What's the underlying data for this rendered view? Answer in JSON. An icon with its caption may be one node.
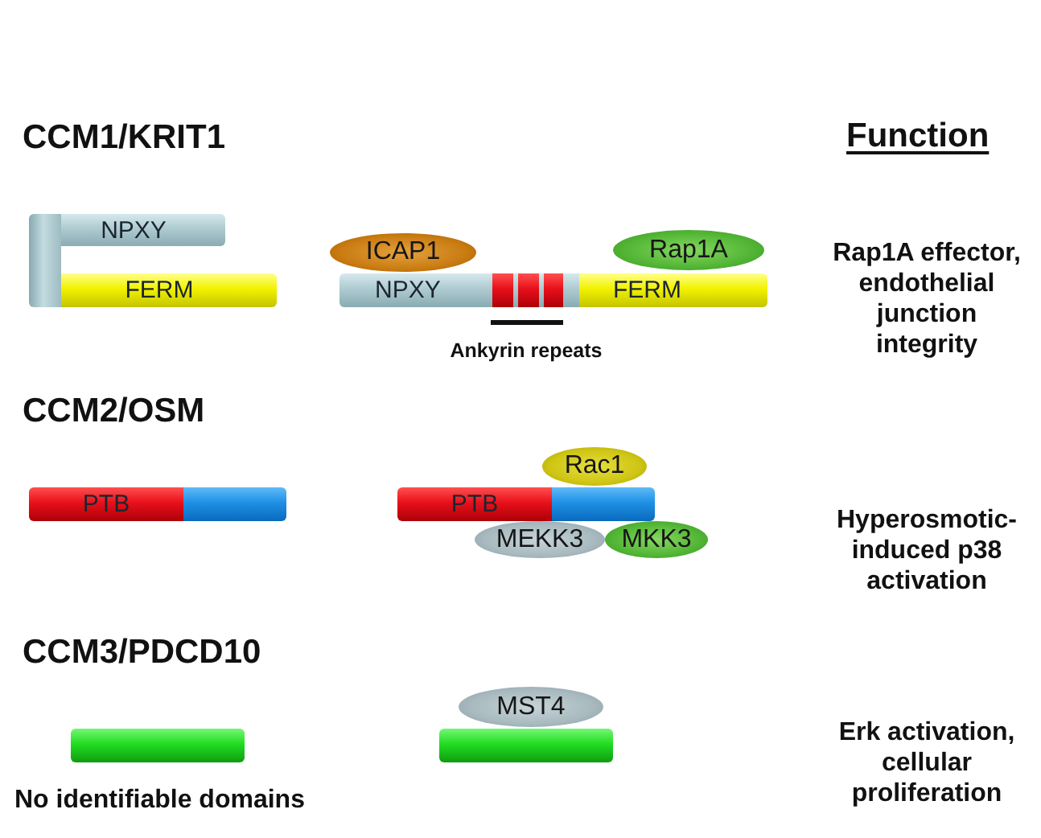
{
  "diagram": {
    "nodes": [
      {
        "text": [],
        "shape": "bar"
      },
      {
        "text": [
          "NPXY"
        ]
      },
      {
        "text": [
          "FERM"
        ]
      },
      {
        "text": [
          "ICAP1"
        ]
      },
      {
        "text": [
          "Rap1A"
        ]
      },
      {
        "text": [
          "NPXY"
        ]
      },
      {
        "text": [],
        "shape": "bar",
        "in": 5
      },
      {
        "text": [],
        "shape": "bar",
        "in": 5
      },
      {
        "text": [],
        "shape": "bar",
        "in": 5
      },
      {
        "text": [
          "FERM"
        ]
      },
      {
        "text": [
          "PTB"
        ]
      },
      {
        "text": [],
        "shape": "bar"
      },
      {
        "text": [
          "Rac1"
        ]
      },
      {
        "text": [
          "PTB"
        ]
      },
      {
        "text": [],
        "shape": "bar"
      },
      {
        "text": [
          "MEKK3"
        ]
      },
      {
        "text": [
          "MKK3"
        ]
      },
      {
        "text": [],
        "shape": "bar",
        "beside": [
          "No identifiable domains"
        ]
      },
      {
        "text": [
          "MST4"
        ]
      },
      {
        "text": [],
        "shape": "bar"
      }
    ],
    "labels": [
      "CCM1/KRIT1",
      "Function",
      "Rap1A effector, endothelial junction integrity",
      "Ankyrin repeats",
      "CCM2/OSM",
      "Hyperosmotic-induced p38 activation",
      "CCM3/PDCD10",
      "Erk activation, cellular proliferation"
    ]
  }
}
